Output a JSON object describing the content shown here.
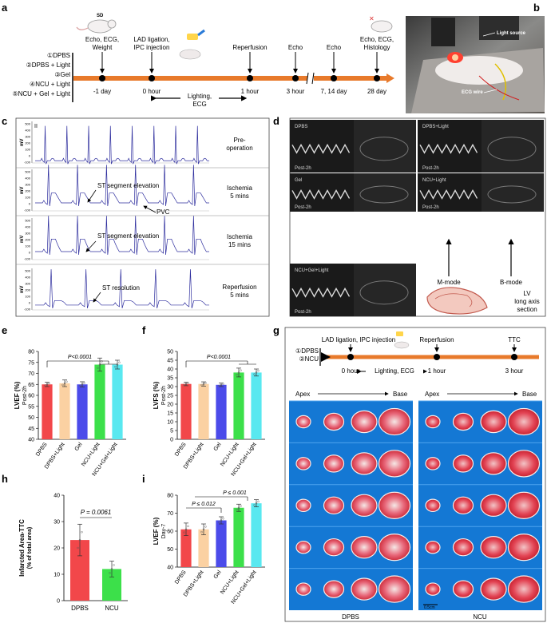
{
  "panels": {
    "a": "a",
    "b": "b",
    "c": "c",
    "d": "d",
    "e": "e",
    "f": "f",
    "g": "g",
    "h": "h",
    "i": "i"
  },
  "timeline_a": {
    "sd_label": "SD",
    "groups": [
      "①DPBS",
      "②DPBS + Light",
      "③Gel",
      "④NCU + Light",
      "⑤NCU + Gel + Light"
    ],
    "top_events": [
      {
        "line1": "Echo, ECG,",
        "line2": "Weight"
      },
      {
        "line1": "LAD ligation,",
        "line2": "IPC injection"
      },
      {
        "line1": "Reperfusion",
        "line2": ""
      },
      {
        "line1": "Echo",
        "line2": ""
      },
      {
        "line1": "Echo",
        "line2": ""
      },
      {
        "line1": "Echo, ECG,",
        "line2": "Histology"
      }
    ],
    "times": [
      "-1 day",
      "0 hour",
      "1 hour",
      "3 hour",
      "7, 14 day",
      "28 day"
    ],
    "lighting_line1": "Lighting,",
    "lighting_line2": "ECG"
  },
  "photo_b": {
    "light_source": "Light source",
    "ecg_wire": "ECG wire"
  },
  "ecg_c": {
    "lead": "II",
    "unit": "mV",
    "traces": [
      {
        "label1": "Pre-",
        "label2": "operation",
        "ticks": [
          "500",
          "400",
          "300",
          "200",
          "100",
          "0",
          "-100"
        ]
      },
      {
        "label1": "Ischemia",
        "label2": "5 mins",
        "ticks": [
          "500",
          "400",
          "300",
          "200",
          "100",
          "0",
          "-100"
        ]
      },
      {
        "label1": "Ischemia",
        "label2": "15 mins",
        "ticks": [
          "500",
          "400",
          "300",
          "200",
          "100",
          "0",
          "-100"
        ]
      },
      {
        "label1": "Reperfusion",
        "label2": "5 mins",
        "ticks": [
          "500",
          "400",
          "300",
          "200",
          "100",
          "0",
          "-100"
        ]
      }
    ],
    "annotations": [
      "ST segment elevation",
      "PVC",
      "ST segment elevation",
      "ST resolution"
    ]
  },
  "echo_d": {
    "groups": [
      "DPBS",
      "DPBS+Light",
      "Gel",
      "NCU+Light",
      "NCU+Gel+Light"
    ],
    "post": "Post-2h",
    "mmode": "M-mode",
    "bmode": "B-mode",
    "section_line1": "LV",
    "section_line2": "long axis",
    "section_line3": "section"
  },
  "colors": {
    "red": "#f2474a",
    "peach": "#fbd1a2",
    "blue": "#4b4bea",
    "green": "#3ce04a",
    "cyan": "#59e8f0",
    "orange": "#e87a2b"
  },
  "chart_data": [
    {
      "type": "bar",
      "ylabel": "LVEF (%)",
      "ylabel2": "Post-2h",
      "categories": [
        "DPBS",
        "DPBS+Light",
        "Gel",
        "NCU+Light",
        "NCU+Gel+Light"
      ],
      "values": [
        65,
        65.5,
        65,
        74,
        74
      ],
      "errors": [
        1,
        1.5,
        1.2,
        3,
        2
      ],
      "ylim": [
        40,
        80
      ],
      "yticks": [
        "40",
        "45",
        "50",
        "55",
        "60",
        "65",
        "70",
        "75",
        "80"
      ],
      "pvalue": "P<0.0001"
    },
    {
      "type": "bar",
      "ylabel": "LVFS (%)",
      "ylabel2": "Post-2h",
      "categories": [
        "DPBS",
        "DPBS+Light",
        "Gel",
        "NCU+Light",
        "NCU+Gel+Light"
      ],
      "values": [
        31.5,
        31.5,
        31,
        38,
        38
      ],
      "errors": [
        1,
        1.2,
        1,
        2.5,
        2
      ],
      "ylim": [
        0,
        50
      ],
      "yticks": [
        "0",
        "5",
        "10",
        "15",
        "20",
        "25",
        "30",
        "35",
        "40",
        "45",
        "50"
      ],
      "pvalue": "P<0.0001"
    },
    {
      "type": "bar",
      "ylabel": "Infarcted Area-TTC",
      "ylabel2": "(% of total area)",
      "categories": [
        "DPBS",
        "NCU"
      ],
      "values": [
        23,
        12
      ],
      "errors": [
        6,
        3
      ],
      "ylim": [
        0,
        40
      ],
      "yticks": [
        "0",
        "10",
        "20",
        "30",
        "40"
      ],
      "pvalue": "P = 0.0061"
    },
    {
      "type": "bar",
      "ylabel": "LVEF (%)",
      "ylabel2": "Day-7",
      "categories": [
        "DPBS",
        "DPBS+Light",
        "Gel",
        "NCU+Light",
        "NCU+Gel+Light"
      ],
      "values": [
        61,
        61,
        66,
        73,
        75.5
      ],
      "errors": [
        3.5,
        3,
        2,
        2,
        2
      ],
      "ylim": [
        40,
        80
      ],
      "yticks": [
        "40",
        "50",
        "60",
        "70",
        "80"
      ],
      "pvalue1": "P ≤ 0.012",
      "pvalue2": "P ≤ 0.001"
    }
  ],
  "ttc_g": {
    "groups": [
      "①DPBS",
      "②NCU"
    ],
    "events": [
      "LAD ligation, IPC injection",
      "Reperfusion",
      "TTC"
    ],
    "times": [
      "0 hour",
      "1 hour",
      "3 hour"
    ],
    "lighting": "Lighting, ECG",
    "apex": "Apex",
    "base": "Base",
    "scale": "0.5cm",
    "col_labels": [
      "DPBS",
      "NCU"
    ]
  }
}
